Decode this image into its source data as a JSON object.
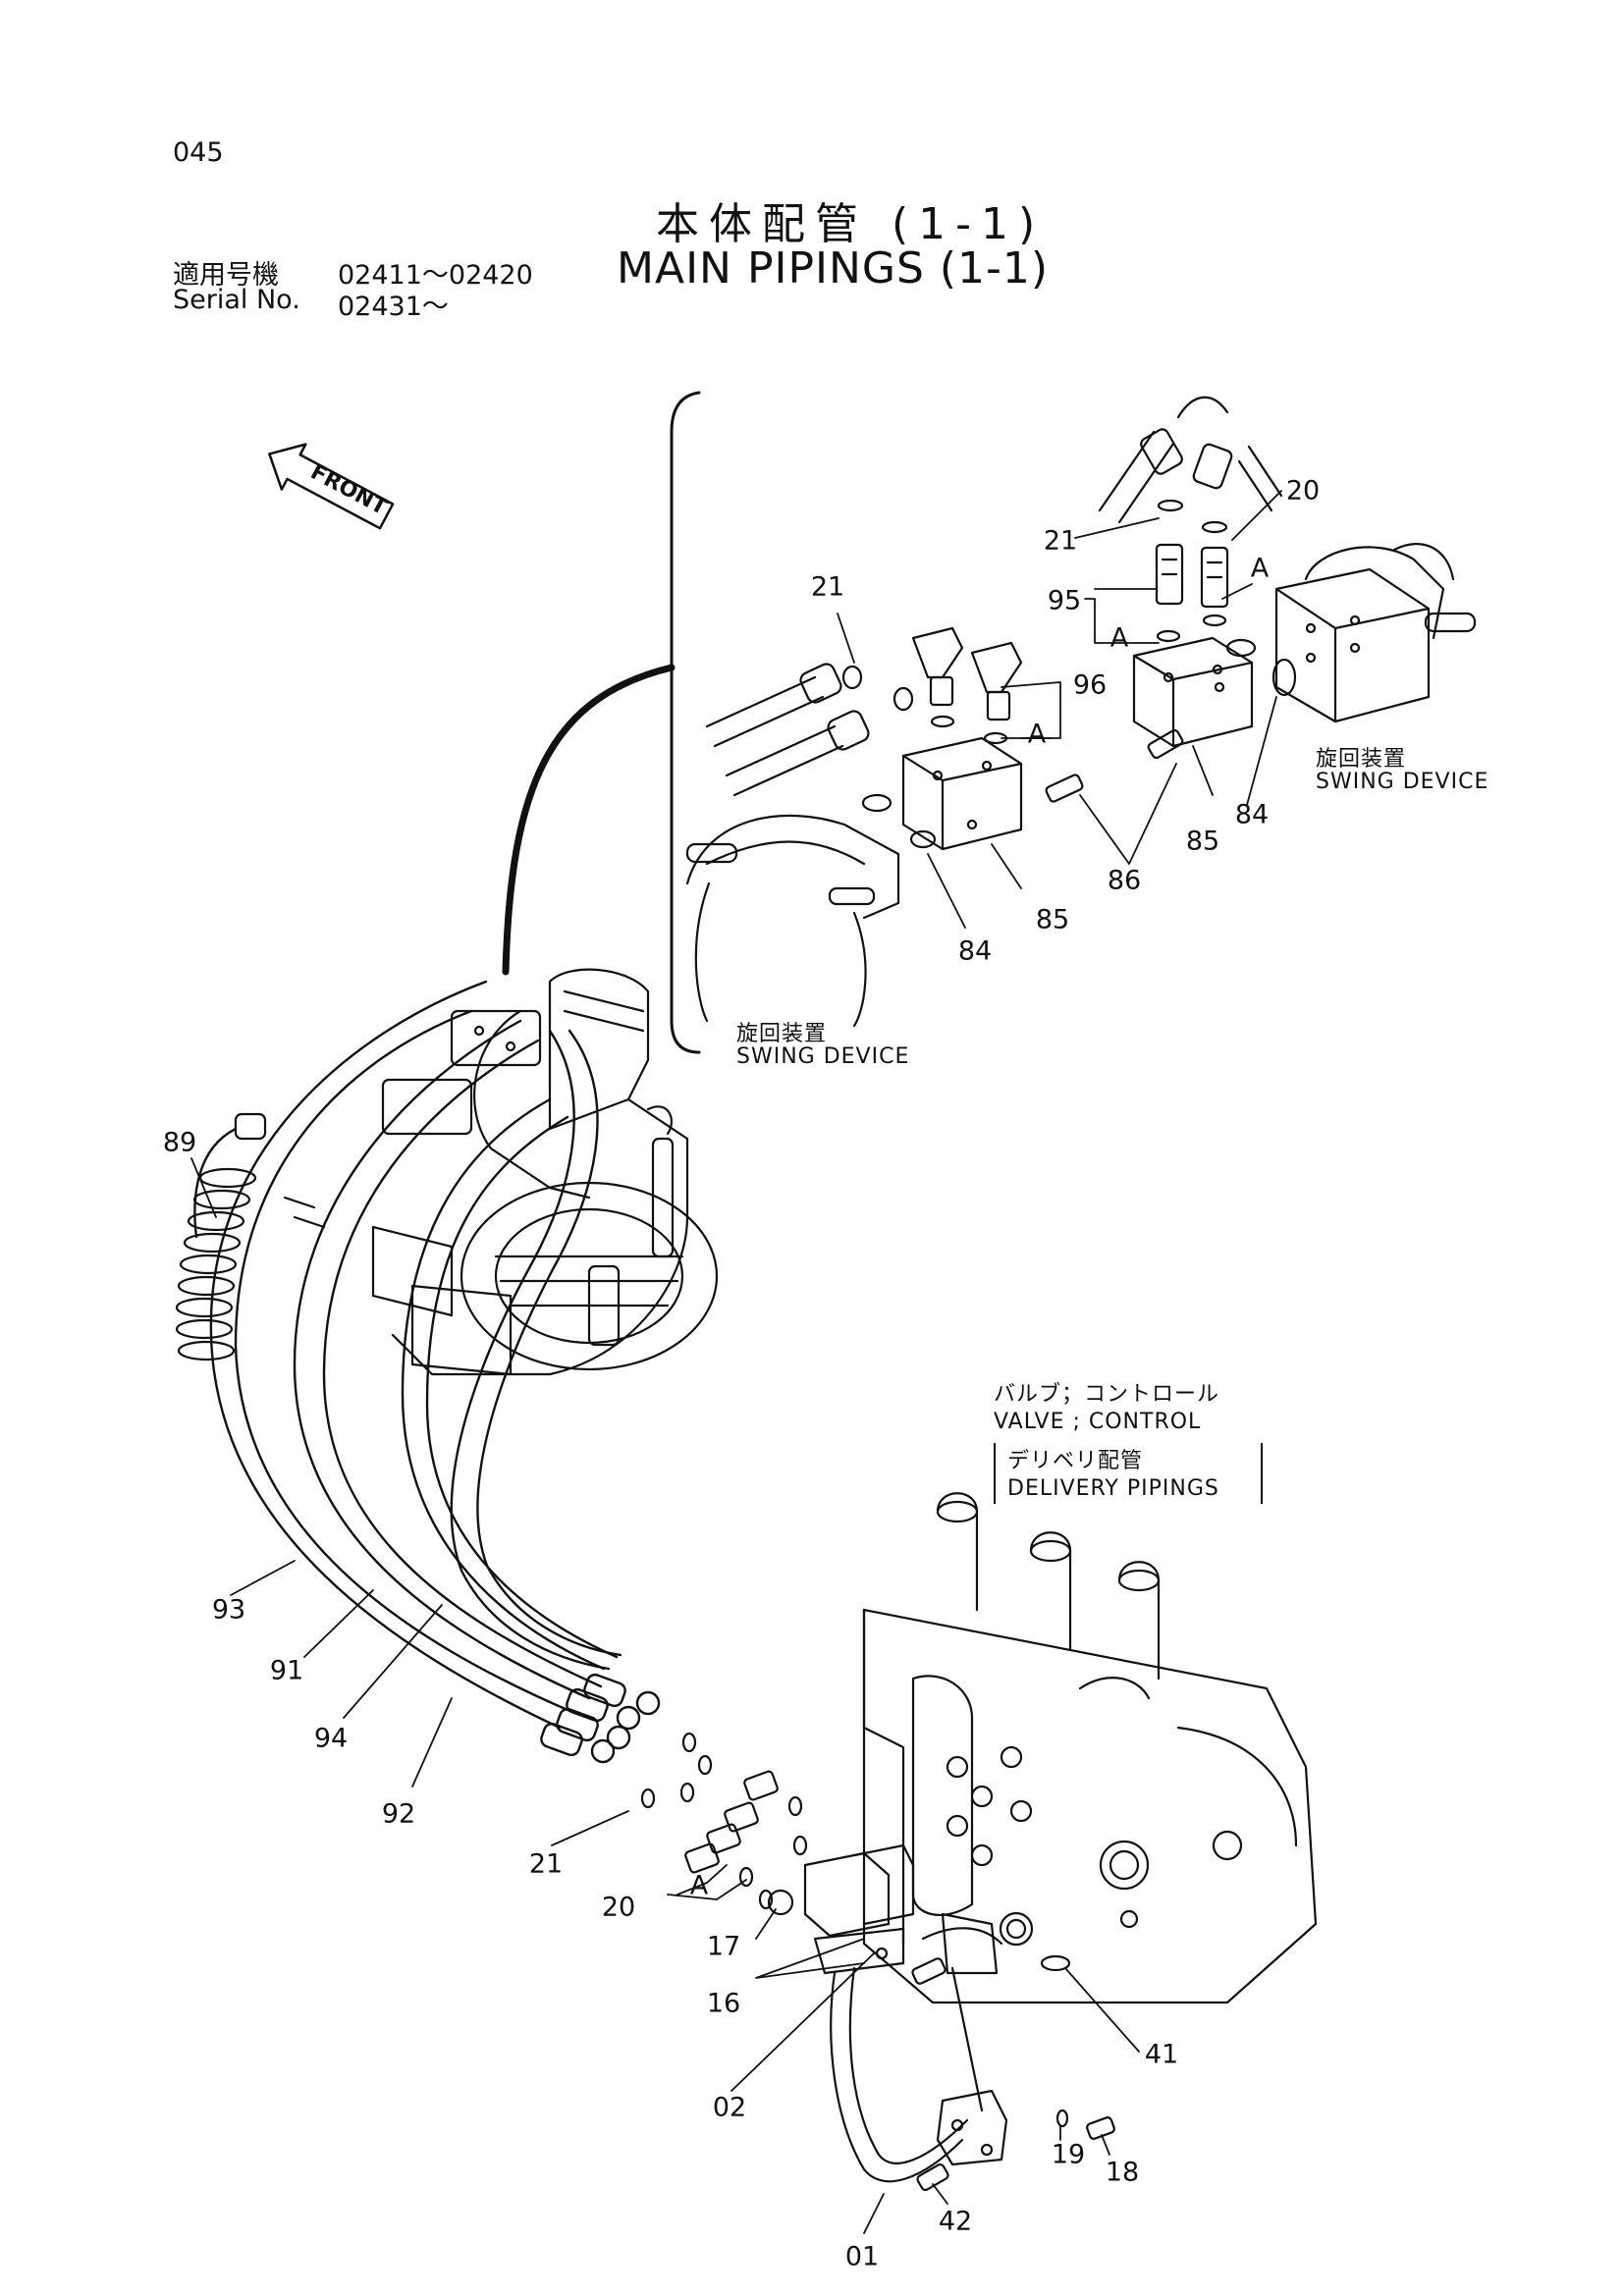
{
  "page_number": "045",
  "title_jp": "本体配管 (1-1)",
  "title_en": "MAIN PIPINGS (1-1)",
  "serial": {
    "label_jp": "適用号機",
    "label_en": "Serial No.",
    "range_1": "02411～02420",
    "range_2": "02431～"
  },
  "front_label": "FRONT",
  "notes": {
    "swing_device_jp": "旋回装置",
    "swing_device_en": "SWING DEVICE",
    "valve_jp": "バルブ；コントロール",
    "valve_en": "VALVE ; CONTROL",
    "delivery_jp": "デリベリ配管",
    "delivery_en": "DELIVERY PIPINGS"
  },
  "callouts": [
    "21",
    "20",
    "A",
    "95",
    "A",
    "21",
    "96",
    "A",
    "85",
    "84",
    "86",
    "85",
    "84",
    "89",
    "93",
    "91",
    "94",
    "92",
    "21",
    "20",
    "A",
    "17",
    "16",
    "41",
    "02",
    "19",
    "18",
    "42",
    "01"
  ],
  "colors": {
    "ink": "#111111",
    "paper": "#ffffff"
  }
}
